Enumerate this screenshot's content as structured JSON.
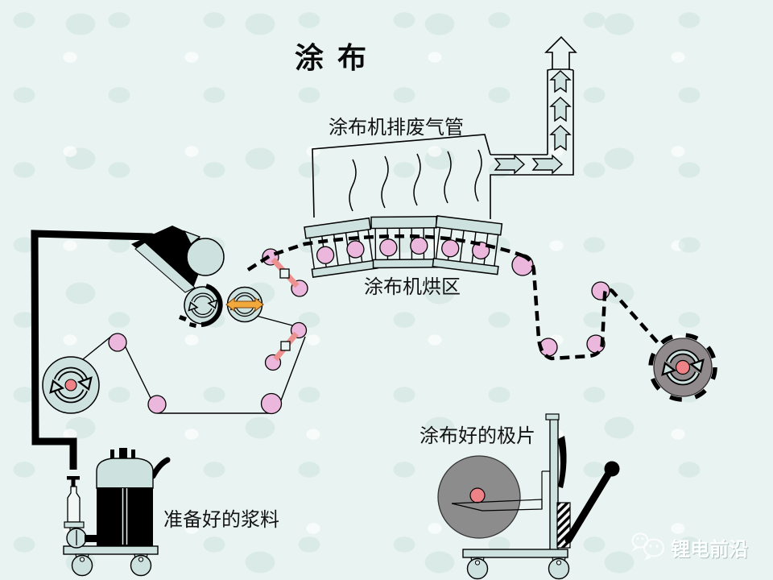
{
  "title": "涂 布",
  "labels": {
    "exhaust_pipe": "涂布机排废气管",
    "drying_zone": "涂布机烘区",
    "prepared_slurry": "准备好的浆料",
    "coated_electrode": "涂布好的极片"
  },
  "watermark": {
    "icon": "wechat-chat-bubbles",
    "text": "锂电前沿"
  },
  "colors": {
    "background": "#e9f3f1",
    "machine_teal": "#cde2de",
    "roller_pink": "#ecb7dc",
    "hub_red": "#ef8287",
    "tension_bar_salmon": "#ed9090",
    "adjust_arrow_orange": "#f2a93c",
    "electrode_roll_gray": "#8c8c8c",
    "winder_gray": "#918a8c",
    "outline_black": "#000000"
  }
}
